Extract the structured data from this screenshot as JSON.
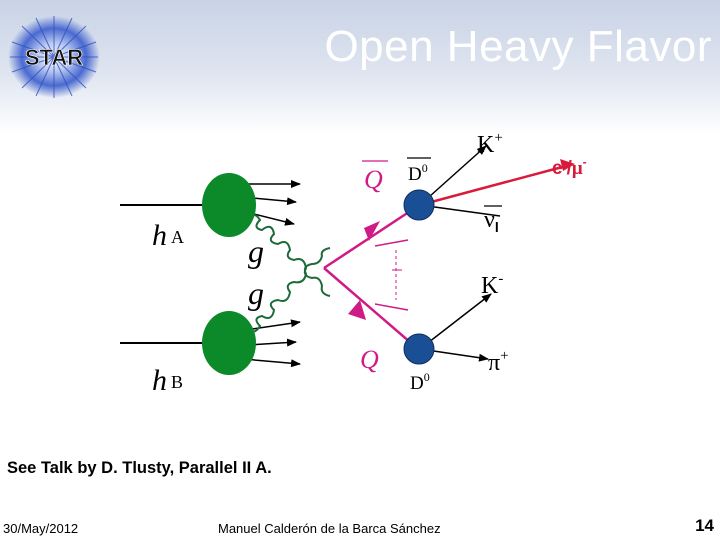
{
  "header": {
    "logo_text": "STAR",
    "title": "Open Heavy Flavor"
  },
  "diagram": {
    "hadron_a": {
      "h": "h",
      "sub": "A"
    },
    "hadron_b": {
      "h": "h",
      "sub": "B"
    },
    "gluon_top": "g",
    "gluon_bottom": "g",
    "quark_bar": "Q",
    "quark": "Q",
    "d0_bar": {
      "base": "D",
      "sup": "0"
    },
    "d0": {
      "base": "D",
      "sup": "0"
    },
    "k_plus": {
      "base": "K",
      "sup": "+"
    },
    "k_minus": {
      "base": "K",
      "sup": "-"
    },
    "lepton": {
      "e": "e",
      "e_sup": "-",
      "sep": "/",
      "mu": "μ",
      "mu_sup": "-"
    },
    "neutrino": {
      "base": "ν",
      "sub": "l"
    },
    "pion": {
      "base": "π",
      "sup": "+"
    },
    "colors": {
      "hadron": "#0c8a2a",
      "meson": "#1a4f96",
      "quark_line": "#d01a86",
      "lepton_line": "#d81b3a",
      "arrow_black": "#000000"
    }
  },
  "note": "See Talk by D. Tlusty, Parallel II A.",
  "footer": {
    "date": "30/May/2012",
    "author": "Manuel Calderón de la Barca Sánchez",
    "page": "14"
  }
}
